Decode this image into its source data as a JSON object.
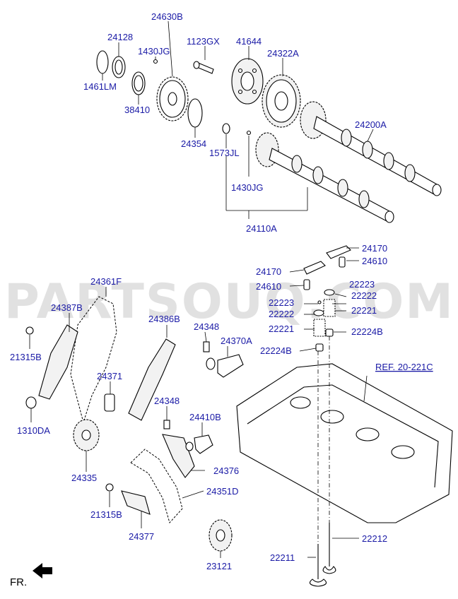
{
  "watermark": "PARTSOUQ.COM",
  "reference_label": "REF. 20-221C",
  "front_label": "FR.",
  "callouts": {
    "c24630B": "24630B",
    "c24128": "24128",
    "c1430JG_a": "1430JG",
    "c1123GX": "1123GX",
    "c41644": "41644",
    "c24322A": "24322A",
    "c1461LM": "1461LM",
    "c38410": "38410",
    "c24354": "24354",
    "c1573JL": "1573JL",
    "c24200A": "24200A",
    "c1430JG_b": "1430JG",
    "c24110A": "24110A",
    "c24170_a": "24170",
    "c24610_a": "24610",
    "c24170_b": "24170",
    "c24610_b": "24610",
    "c22223_a": "22223",
    "c22223_b": "22223",
    "c22222_a": "22222",
    "c22222_b": "22222",
    "c22221_a": "22221",
    "c22221_b": "22221",
    "c22224B_a": "22224B",
    "c22224B_b": "22224B",
    "c24361F": "24361F",
    "c24387B": "24387B",
    "c24386B": "24386B",
    "c24348_a": "24348",
    "c24370A": "24370A",
    "c21315B_a": "21315B",
    "c24371": "24371",
    "c1310DA": "1310DA",
    "c24348_b": "24348",
    "c24410B": "24410B",
    "c24335": "24335",
    "c24376": "24376",
    "c24351D": "24351D",
    "c21315B_b": "21315B",
    "c24377": "24377",
    "c23121": "23121",
    "c22212": "22212",
    "c22211": "22211"
  }
}
